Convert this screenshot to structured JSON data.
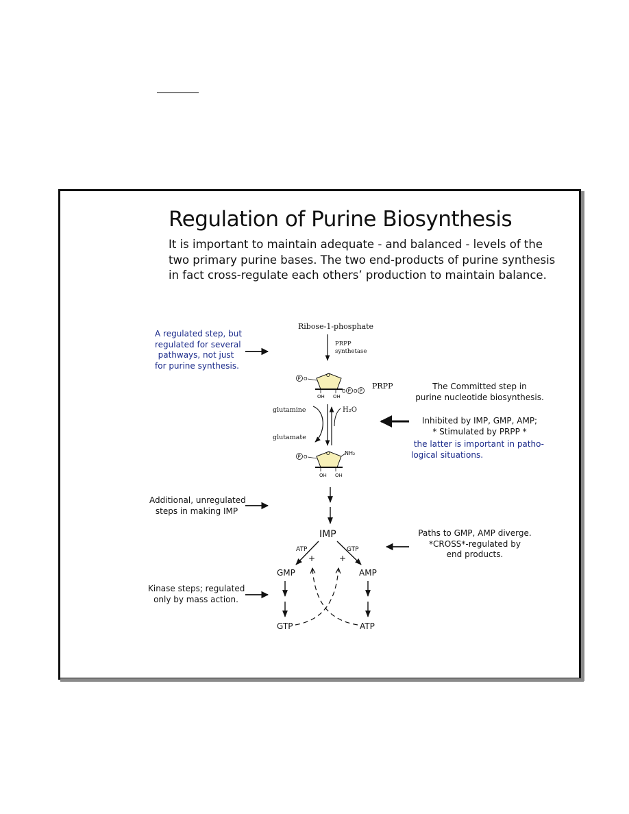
{
  "title": "Regulation of Purine Biosynthesis",
  "intro_lines": [
    "It is important to maintain adequate - and balanced - levels of the",
    "two primary purine bases. The two end-products of purine synthesis",
    "in fact cross-regulate each others’ production to maintain balance."
  ],
  "notes": {
    "prpp_step": [
      "A regulated step, but",
      "regulated for several",
      "pathways, not just",
      "for purine synthesis."
    ],
    "committed_a": [
      "The Committed step in",
      "purine nucleotide biosynthesis."
    ],
    "committed_b": [
      "Inhibited by IMP, GMP, AMP;",
      "* Stimulated by PRPP *"
    ],
    "committed_c": [
      "the latter is important in patho-",
      "logical situations."
    ],
    "unregulated": [
      "Additional, unregulated",
      "steps in making IMP"
    ],
    "diverge": [
      "Paths to GMP, AMP diverge.",
      "*CROSS*-regulated by",
      "end products."
    ],
    "kinase": [
      "Kinase steps; regulated",
      "only by mass action."
    ]
  },
  "pathway": {
    "ribose": "Ribose-1-phosphate",
    "enzyme_line1": "PRPP",
    "enzyme_line2": "synthetase",
    "prpp": "PRPP",
    "glutamine": "glutamine",
    "glutamate": "glutamate",
    "water": "H₂O",
    "nh2": "NH₂",
    "oh": "OH",
    "p": "P",
    "o": "O",
    "imp": "IMP",
    "atp_cofactor": "ATP",
    "gtp_cofactor": "GTP",
    "gmp": "GMP",
    "amp": "AMP",
    "gtp": "GTP",
    "atp": "ATP",
    "plus": "+"
  },
  "colors": {
    "sugar_fill": "#f7f0b8",
    "note_blue": "#1a2a8a",
    "text": "#111111"
  }
}
